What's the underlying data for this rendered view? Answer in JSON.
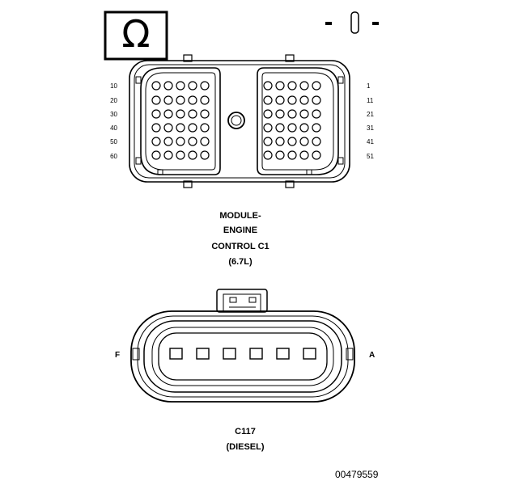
{
  "omega_symbol": "Ω",
  "c1": {
    "title_lines": [
      "MODULE-",
      "ENGINE",
      "CONTROL C1",
      "(6.7L)"
    ],
    "left_labels": [
      "10",
      "20",
      "30",
      "40",
      "50",
      "60"
    ],
    "right_labels": [
      "1",
      "11",
      "21",
      "31",
      "41",
      "51"
    ]
  },
  "c117": {
    "title_lines": [
      "C117",
      "(DIESEL)"
    ],
    "left_pin_label": "F",
    "right_pin_label": "A"
  },
  "figure_number": "00479559"
}
